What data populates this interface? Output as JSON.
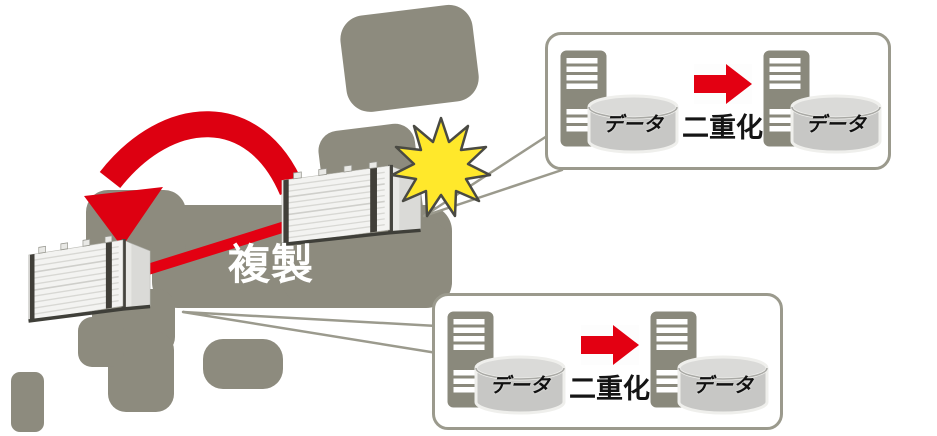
{
  "diagram": {
    "kind": "disaster-recovery-replication-diagram",
    "labels": {
      "replication": "複製"
    },
    "callouts": [
      {
        "position": "top",
        "arrow_label": "二重化",
        "left_db_label": "データ",
        "right_db_label": "データ"
      },
      {
        "position": "bottom",
        "arrow_label": "二重化",
        "left_db_label": "データ",
        "right_db_label": "データ"
      }
    ],
    "icons": {
      "datacenter_building": "isometric-striped-building-shape",
      "server": "gray-tower-with-white-slots-shape",
      "database": "gray-cylinder-shape",
      "duplication_arrow": "red-right-arrow-shape",
      "disaster": "yellow-starburst-shape",
      "replication_arc": "red-curved-arrow-shape",
      "replication_link": "red-thick-line"
    },
    "colors": {
      "map_gray": "#8d8b7e",
      "accent_red": "#dd0011",
      "starburst_yellow": "#ffe82b",
      "starburst_outline": "#4a4a43",
      "callout_border": "#9b9a8d",
      "server_gray": "#8a897c",
      "cylinder_gray": "#c7c7c5",
      "replication_text": "#ffffff",
      "text_black": "#151515"
    }
  }
}
